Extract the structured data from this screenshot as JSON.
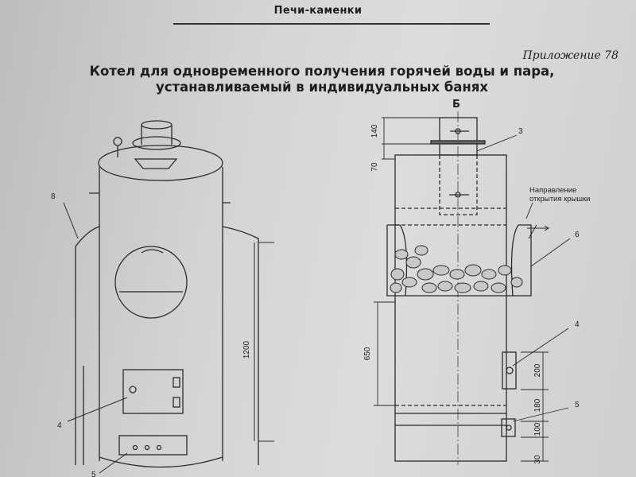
{
  "header": {
    "running_title": "Печи-каменки"
  },
  "appendix_label": "Приложение 78",
  "title": {
    "line1": "Котел для одновременного получения горячей воды и пара,",
    "line2": "устанавливаемый в индивидуальных банях"
  },
  "view_label": "Б",
  "left_drawing": {
    "callouts": {
      "shield": "8",
      "firebox_door": "4",
      "ash_door": "5"
    },
    "dimensions": {
      "shield_height": "1200"
    }
  },
  "right_drawing": {
    "callouts": {
      "chimney": "3",
      "lid": "6",
      "firebox_door": "4",
      "ash_door": "5"
    },
    "dimensions": {
      "chimney": "140",
      "top_gap": "70",
      "body": "650",
      "door": "200",
      "gap": "180",
      "ash": "100",
      "base": "30"
    },
    "note_line1": "Направление",
    "note_line2": "открытия крышки"
  }
}
